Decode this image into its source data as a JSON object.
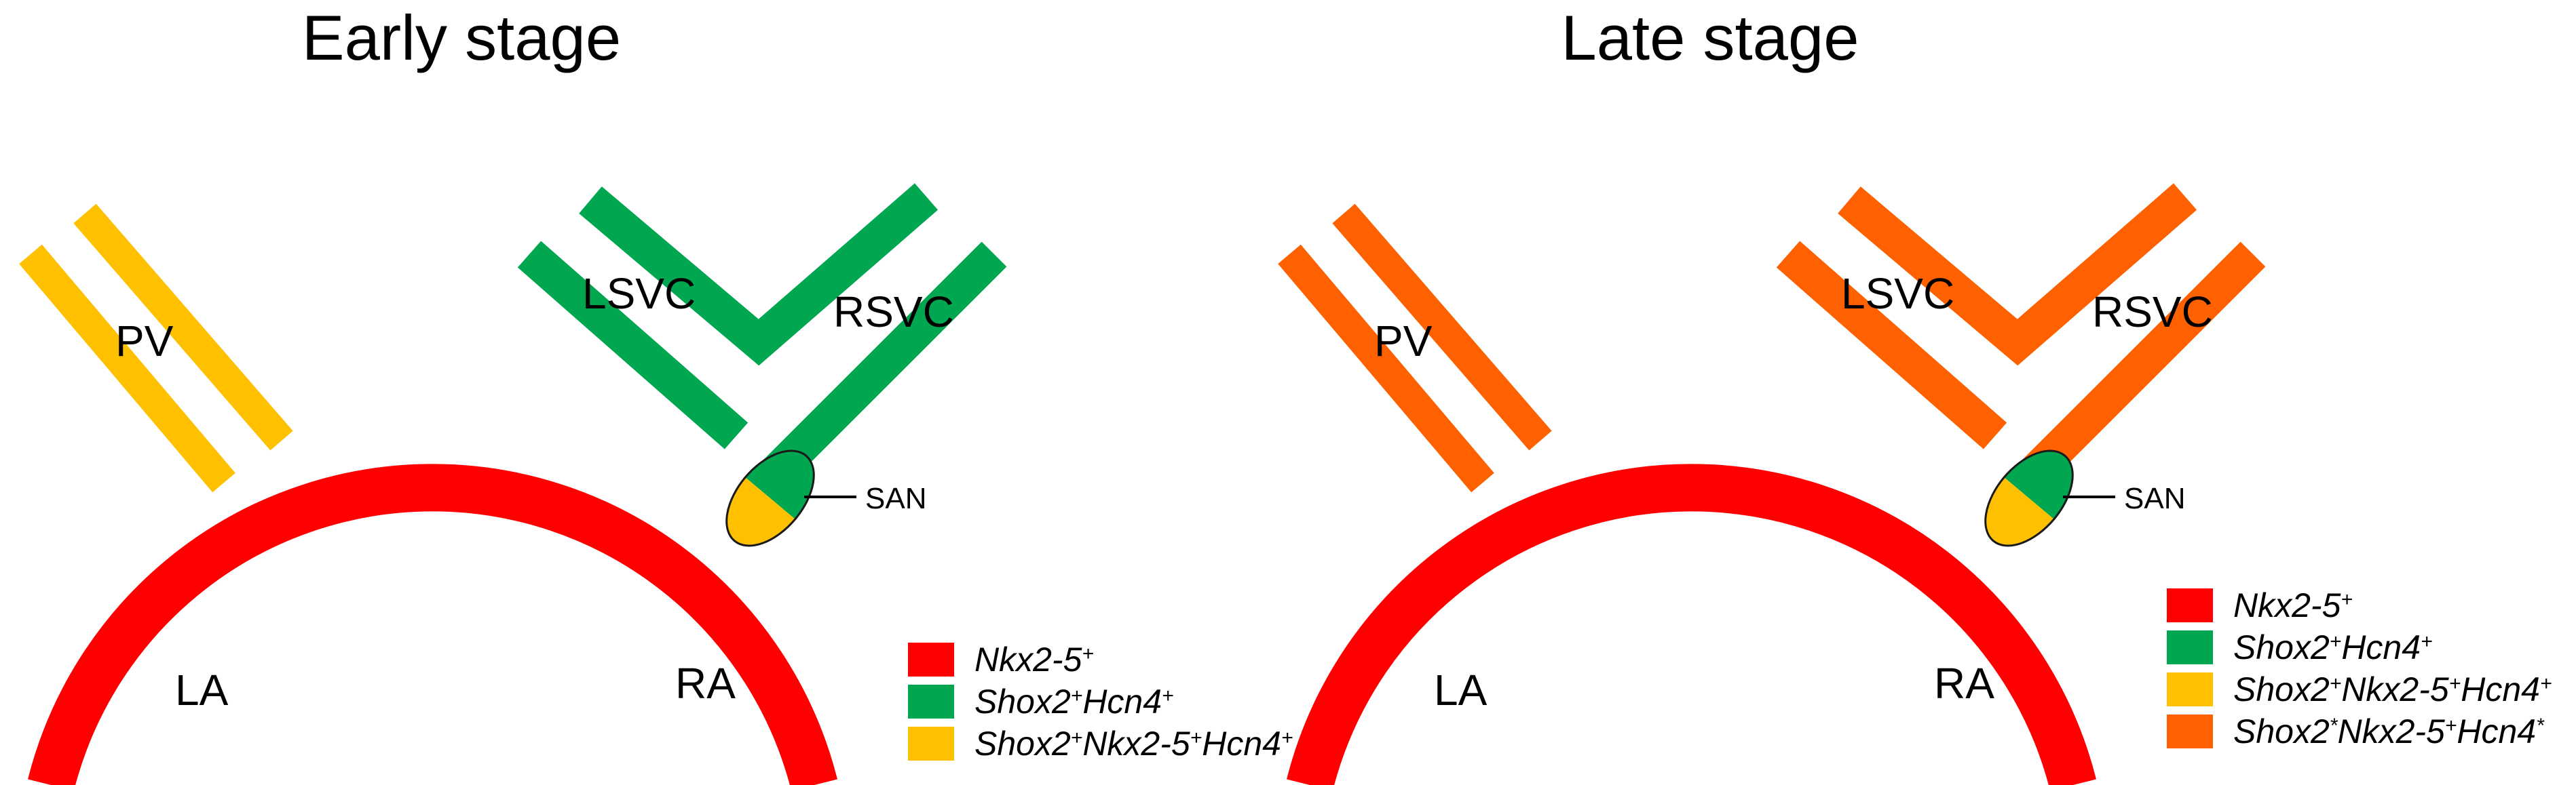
{
  "colors": {
    "red": "#ff0000",
    "green": "#00a650",
    "yellow": "#ffc000",
    "orange": "#ff6000"
  },
  "panels": [
    {
      "title": "Early stage",
      "labels": {
        "pv": "PV",
        "lsvc": "LSVC",
        "rsvc": "RSVC",
        "la": "LA",
        "ra": "RA",
        "san": "SAN"
      },
      "legend": [
        {
          "color": "#ff0000",
          "parts": [
            "Nkx2-5",
            "+"
          ]
        },
        {
          "color": "#00a650",
          "parts": [
            "Shox2",
            "+",
            "Hcn4",
            "+"
          ]
        },
        {
          "color": "#ffc000",
          "parts": [
            "Shox2",
            "+",
            "Nkx2-5",
            "+",
            "Hcn4",
            "+"
          ]
        }
      ]
    },
    {
      "title": "Late stage",
      "labels": {
        "pv": "PV",
        "lsvc": "LSVC",
        "rsvc": "RSVC",
        "la": "LA",
        "ra": "RA",
        "san": "SAN"
      },
      "legend": [
        {
          "color": "#ff0000",
          "parts": [
            "Nkx2-5",
            "+"
          ]
        },
        {
          "color": "#00a650",
          "parts": [
            "Shox2",
            "+",
            "Hcn4",
            "+"
          ]
        },
        {
          "color": "#ffc000",
          "parts": [
            "Shox2",
            "+",
            "Nkx2-5",
            "+",
            "Hcn4",
            "+"
          ]
        },
        {
          "color": "#ff6000",
          "parts": [
            "Shox2",
            "*",
            "Nkx2-5",
            "+",
            "Hcn4",
            "*"
          ]
        }
      ]
    }
  ]
}
